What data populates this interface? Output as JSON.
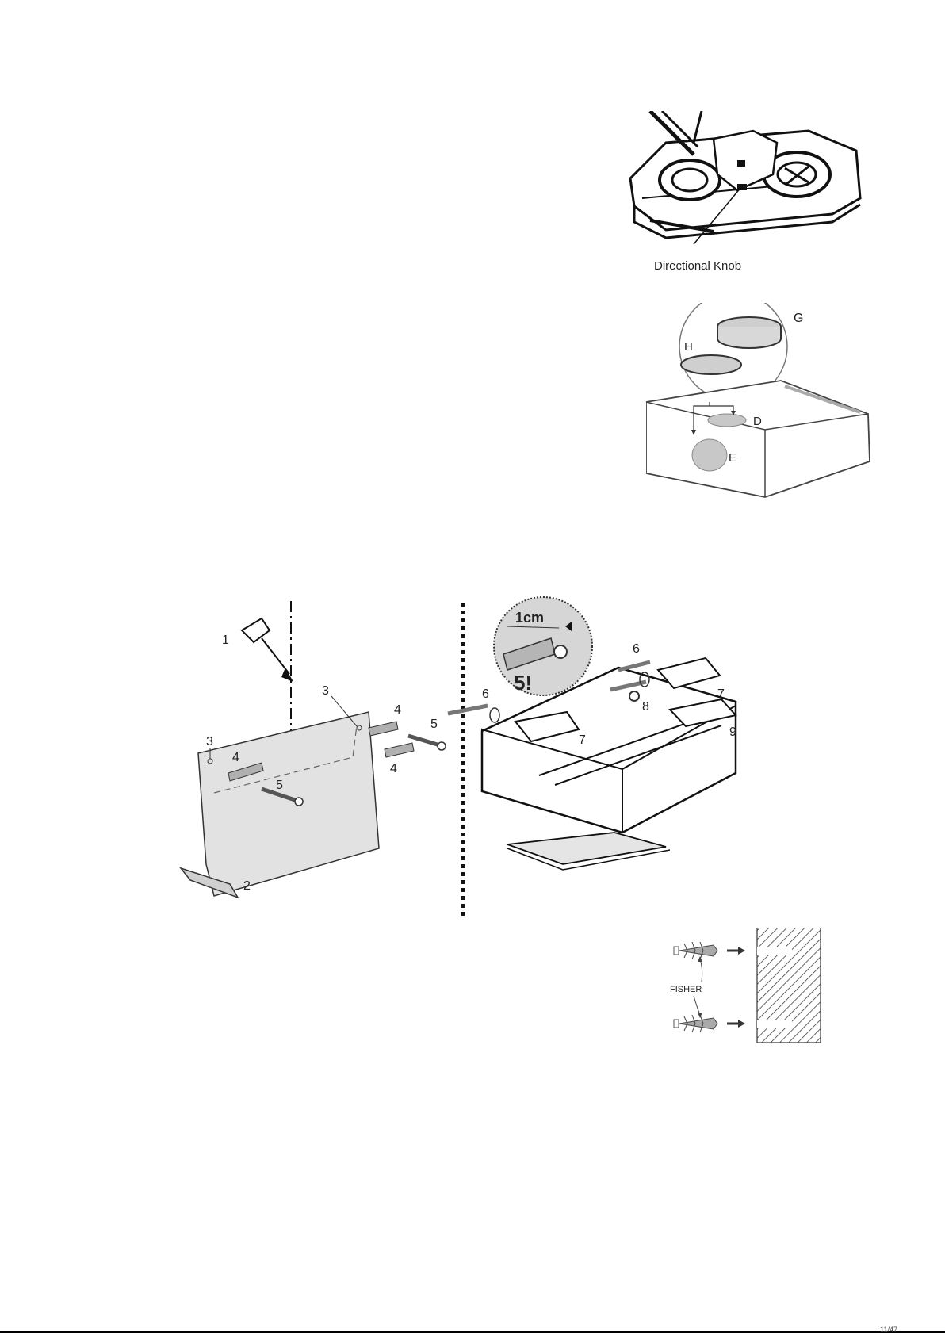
{
  "figure_1": {
    "label_knob": "Directional Knob"
  },
  "figure_2": {
    "label_g": "G",
    "label_h": "H",
    "label_d": "D",
    "label_e": "E"
  },
  "figure_3": {
    "left_labels": {
      "n1": "1",
      "n2": "2",
      "n3a": "3",
      "n3b": "3",
      "n4a": "4",
      "n4b": "4",
      "n4c": "4",
      "n5a": "5",
      "n5b": "5"
    },
    "inset": {
      "measure": "1cm",
      "note": "5!"
    },
    "right_labels": {
      "n6a": "6",
      "n6b": "6",
      "n7a": "7",
      "n7b": "7",
      "n8": "8",
      "n9": "9"
    }
  },
  "figure_4": {
    "label_fisher": "FISHER"
  },
  "footer": {
    "page_num": "11/47"
  }
}
